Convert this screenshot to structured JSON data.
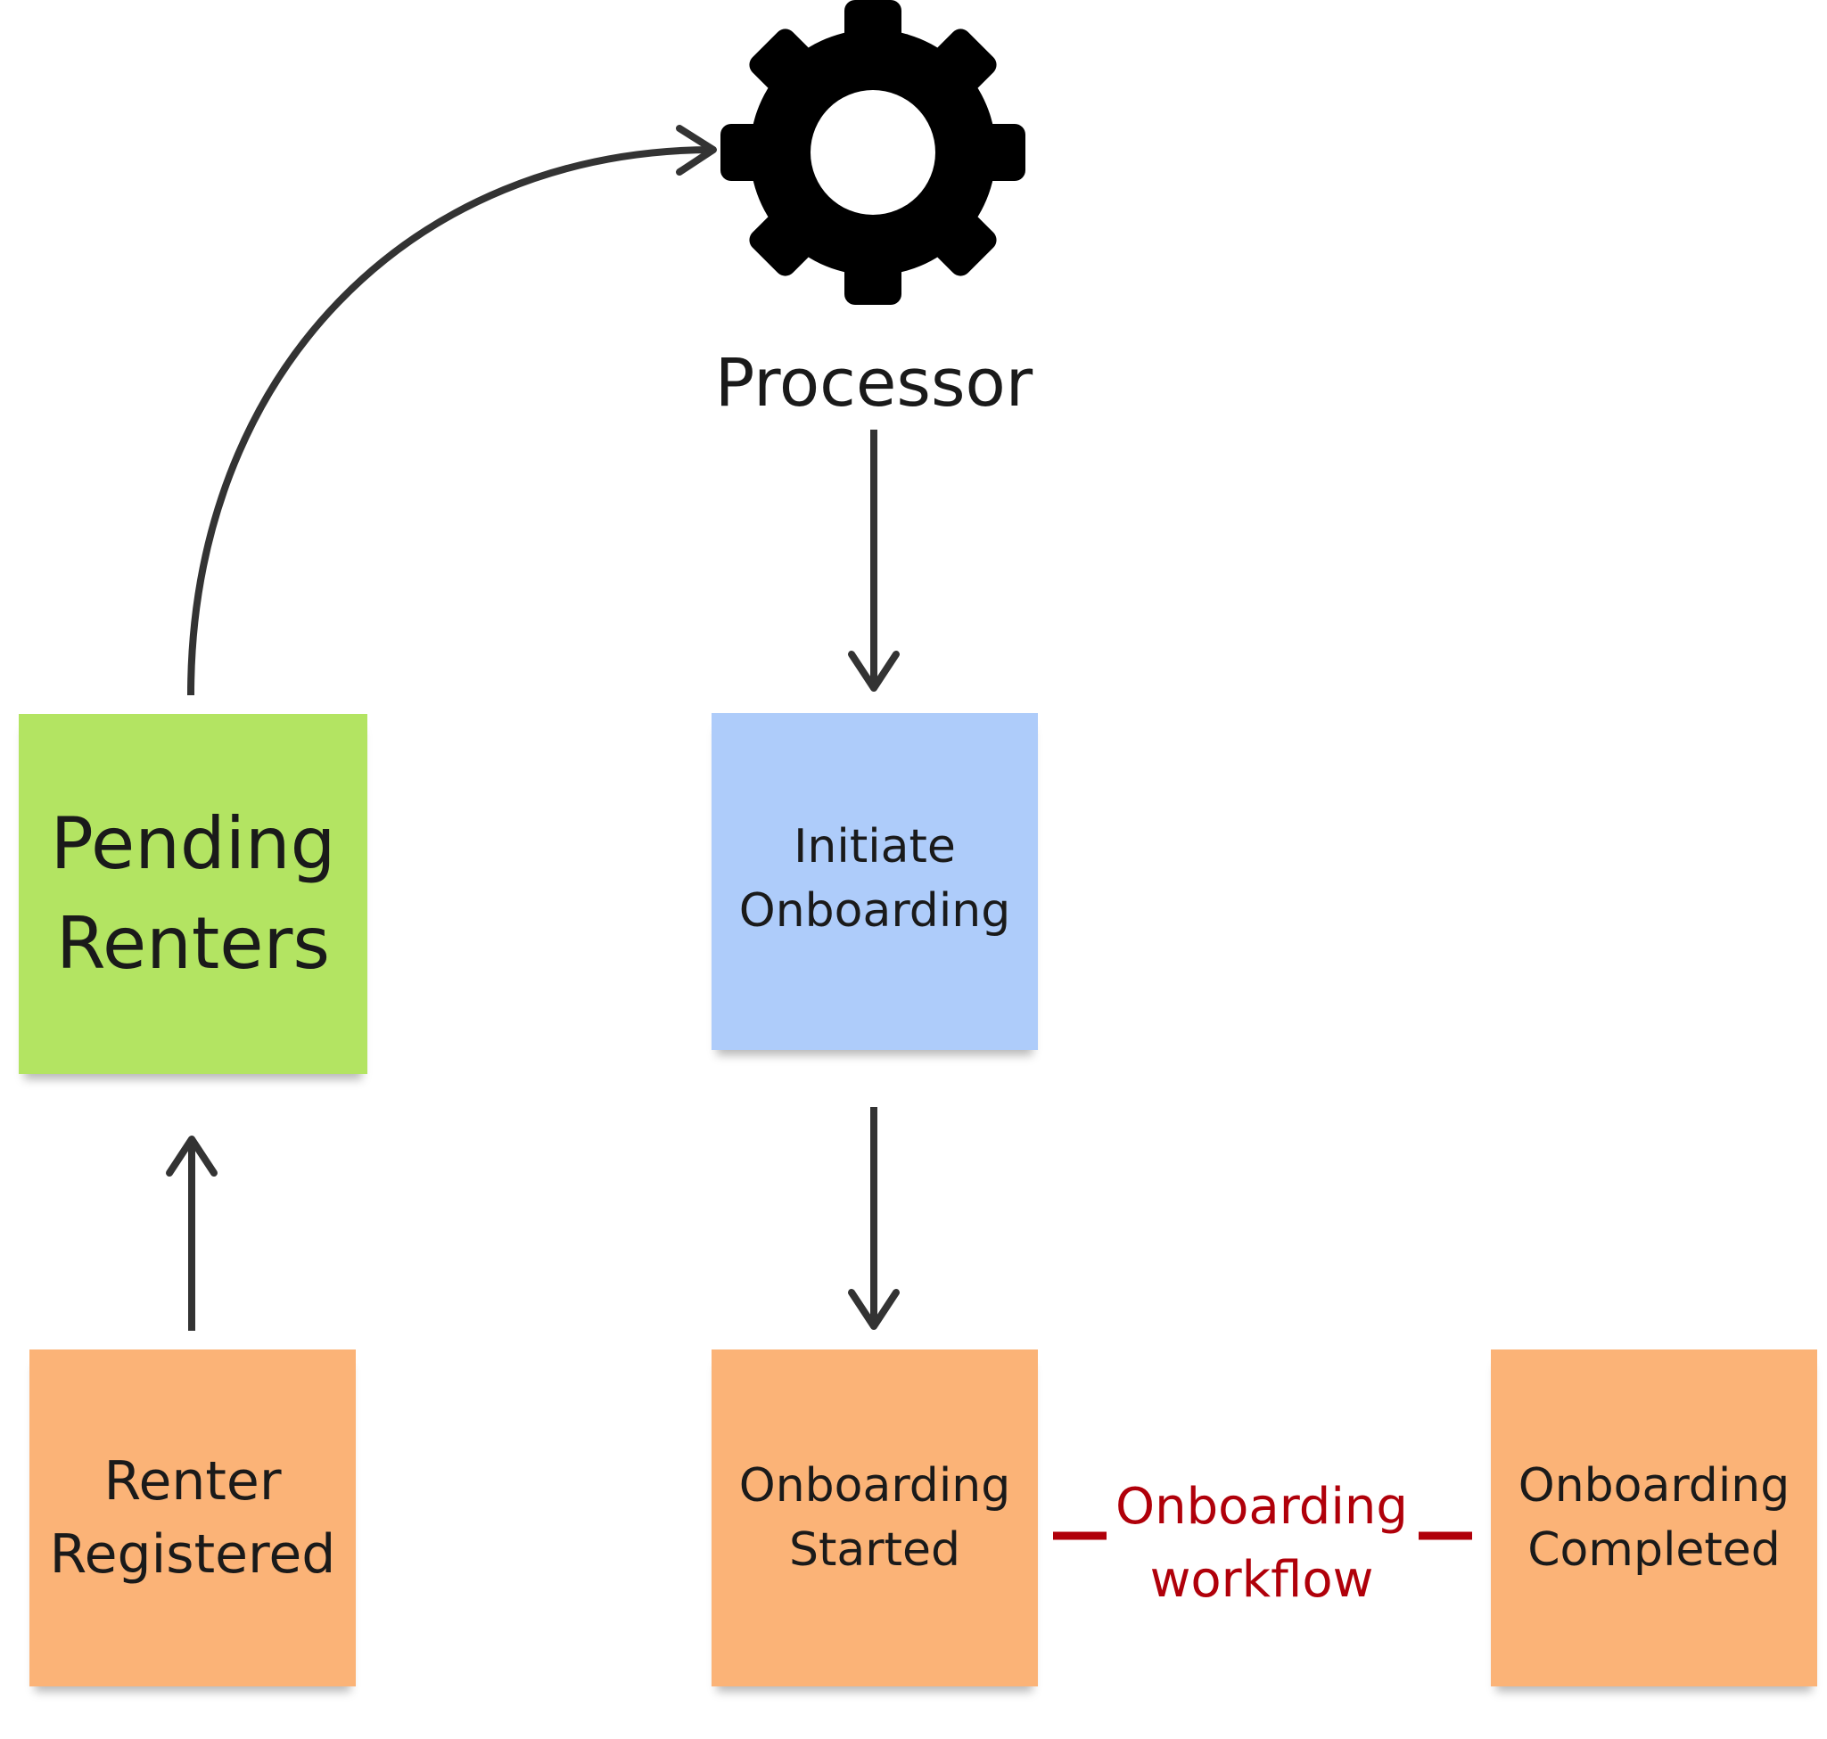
{
  "colors": {
    "green_note": "#b3e462",
    "blue_note": "#aeccfa",
    "orange_note": "#fbb377",
    "arrow": "#333333",
    "gear": "#000000",
    "workflow_red": "#b0000a"
  },
  "icons": {
    "processor": "gear-icon"
  },
  "processor": {
    "label": "Processor"
  },
  "notes": {
    "pending_renters": "Pending\nRenters",
    "initiate_onboarding": "Initiate\nOnboarding",
    "renter_registered": "Renter\nRegistered",
    "onboarding_started": "Onboarding\nStarted",
    "onboarding_completed": "Onboarding\nCompleted"
  },
  "workflow": {
    "label": "Onboarding\nworkflow"
  }
}
